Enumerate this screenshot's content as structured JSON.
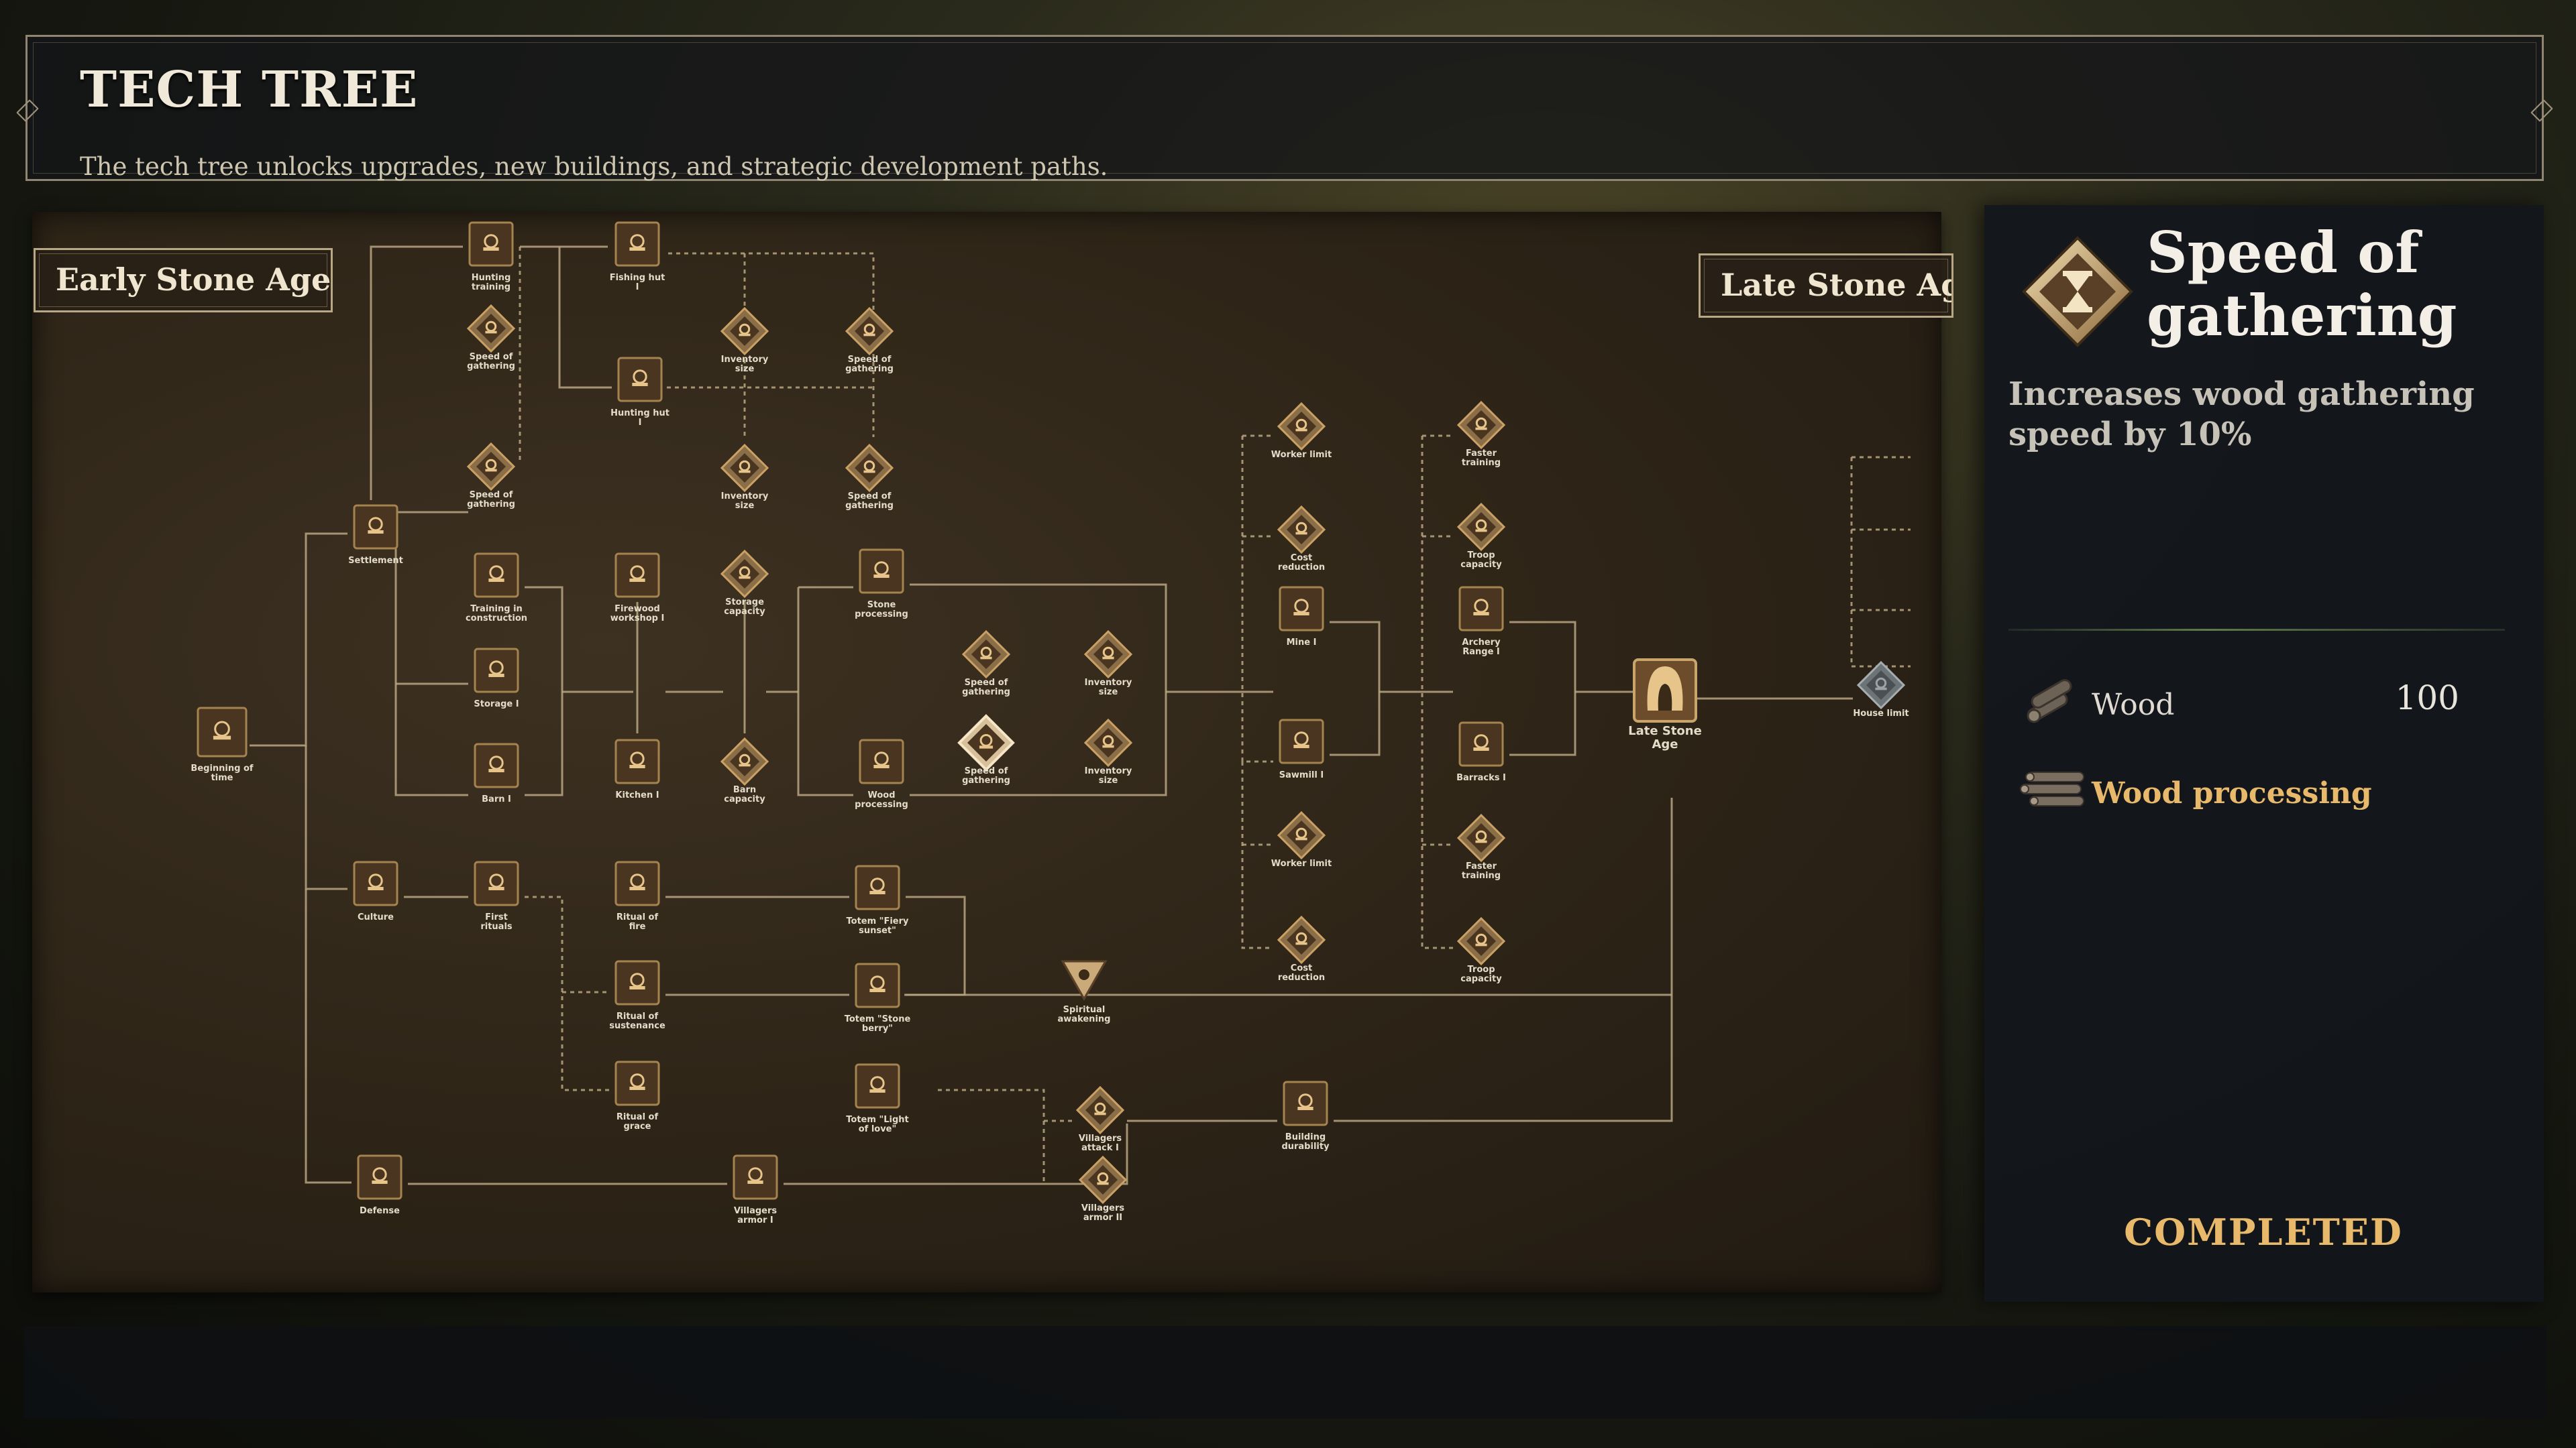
{
  "header": {
    "title": "TECH TREE",
    "subtitle": "The tech tree unlocks upgrades, new buildings, and strategic development paths."
  },
  "eras": {
    "early": "Early Stone Age",
    "late": "Late Stone Age"
  },
  "colors": {
    "accent": "#e8b96a",
    "line": "#b8a682",
    "icon": "#caa064"
  },
  "nodes": [
    {
      "id": "beginning",
      "label": "Beginning of time",
      "shape": "sq",
      "icon": "house-icon"
    },
    {
      "id": "settlement",
      "label": "Settlement",
      "shape": "sq",
      "icon": "settlement-icon"
    },
    {
      "id": "hunting_training",
      "label": "Hunting training",
      "shape": "sq",
      "icon": "target-icon"
    },
    {
      "id": "speed_gath_a1",
      "label": "Speed of gathering",
      "shape": "dm",
      "icon": "hourglass-icon"
    },
    {
      "id": "speed_gath_a2",
      "label": "Speed of gathering",
      "shape": "dm",
      "icon": "hourglass-icon"
    },
    {
      "id": "fishing_hut",
      "label": "Fishing hut I",
      "shape": "sq",
      "icon": "fishing-hut-icon"
    },
    {
      "id": "hunting_hut",
      "label": "Hunting hut I",
      "shape": "sq",
      "icon": "antlers-icon"
    },
    {
      "id": "inv_size_a1",
      "label": "Inventory size",
      "shape": "dm",
      "icon": "sack-icon"
    },
    {
      "id": "inv_size_a2",
      "label": "Inventory size",
      "shape": "dm",
      "icon": "sack-icon"
    },
    {
      "id": "speed_gath_b1",
      "label": "Speed of gathering",
      "shape": "dm",
      "icon": "hourglass-icon"
    },
    {
      "id": "speed_gath_b2",
      "label": "Speed of gathering",
      "shape": "dm",
      "icon": "hourglass-icon"
    },
    {
      "id": "training_construction",
      "label": "Training in construction",
      "shape": "sq",
      "icon": "hammers-icon"
    },
    {
      "id": "storage",
      "label": "Storage I",
      "shape": "sq",
      "icon": "storage-icon"
    },
    {
      "id": "barn",
      "label": "Barn I",
      "shape": "sq",
      "icon": "barn-icon"
    },
    {
      "id": "firewood",
      "label": "Firewood workshop I",
      "shape": "sq",
      "icon": "firewood-icon"
    },
    {
      "id": "kitchen",
      "label": "Kitchen I",
      "shape": "sq",
      "icon": "kitchen-icon"
    },
    {
      "id": "storage_cap",
      "label": "Storage capacity",
      "shape": "dm",
      "icon": "storage-icon"
    },
    {
      "id": "barn_cap",
      "label": "Barn capacity",
      "shape": "dm",
      "icon": "barn-icon"
    },
    {
      "id": "stone_proc",
      "label": "Stone processing",
      "shape": "sq",
      "icon": "stone-icon"
    },
    {
      "id": "wood_proc",
      "label": "Wood processing",
      "shape": "sq",
      "icon": "logs-icon"
    },
    {
      "id": "speed_gath_c1",
      "label": "Speed of gathering",
      "shape": "dm",
      "icon": "hourglass-icon"
    },
    {
      "id": "speed_gath_c2",
      "label": "Speed of gathering",
      "shape": "dm",
      "icon": "hourglass-icon",
      "selected": true
    },
    {
      "id": "inv_size_c1",
      "label": "Inventory size",
      "shape": "dm",
      "icon": "sack-icon"
    },
    {
      "id": "inv_size_c2",
      "label": "Inventory size",
      "shape": "dm",
      "icon": "sack-icon"
    },
    {
      "id": "worker_limit_1",
      "label": "Worker limit",
      "shape": "dm",
      "icon": "worker-icon"
    },
    {
      "id": "cost_red_1",
      "label": "Cost reduction",
      "shape": "dm",
      "icon": "coin-icon"
    },
    {
      "id": "mine",
      "label": "Mine I",
      "shape": "sq",
      "icon": "pickaxe-icon"
    },
    {
      "id": "sawmill",
      "label": "Sawmill I",
      "shape": "sq",
      "icon": "saw-icon"
    },
    {
      "id": "worker_limit_2",
      "label": "Worker limit",
      "shape": "dm",
      "icon": "worker-icon"
    },
    {
      "id": "cost_red_2",
      "label": "Cost reduction",
      "shape": "dm",
      "icon": "coin-icon"
    },
    {
      "id": "faster_training_1",
      "label": "Faster training",
      "shape": "dm",
      "icon": "hourglass-icon"
    },
    {
      "id": "troop_cap_1",
      "label": "Troop capacity",
      "shape": "dm",
      "icon": "helmet-icon"
    },
    {
      "id": "archery",
      "label": "Archery Range I",
      "shape": "sq",
      "icon": "archery-icon"
    },
    {
      "id": "barracks",
      "label": "Barracks I",
      "shape": "sq",
      "icon": "barracks-icon"
    },
    {
      "id": "faster_training_2",
      "label": "Faster training",
      "shape": "dm",
      "icon": "hourglass-icon"
    },
    {
      "id": "troop_cap_2",
      "label": "Troop capacity",
      "shape": "dm",
      "icon": "helmet-icon"
    },
    {
      "id": "late_stone",
      "label": "Late Stone Age",
      "shape": "big",
      "icon": "late-stone-age-icon"
    },
    {
      "id": "house_limit",
      "label": "House limit",
      "shape": "dm",
      "icon": "house-icon",
      "locked": true
    },
    {
      "id": "culture",
      "label": "Culture",
      "shape": "sq",
      "icon": "scroll-icon"
    },
    {
      "id": "first_rituals",
      "label": "First rituals",
      "shape": "sq",
      "icon": "hands-icon"
    },
    {
      "id": "ritual_fire",
      "label": "Ritual of fire",
      "shape": "sq",
      "icon": "fire-icon"
    },
    {
      "id": "ritual_sustenance",
      "label": "Ritual of sustenance",
      "shape": "sq",
      "icon": "kneeling-icon"
    },
    {
      "id": "ritual_grace",
      "label": "Ritual of grace",
      "shape": "sq",
      "icon": "grace-icon"
    },
    {
      "id": "totem_fiery",
      "label": "Totem \"Fiery sunset\"",
      "shape": "sq",
      "icon": "totem-icon"
    },
    {
      "id": "totem_stone",
      "label": "Totem \"Stone berry\"",
      "shape": "sq",
      "icon": "totem-icon"
    },
    {
      "id": "totem_light",
      "label": "Totem \"Light of love\"",
      "shape": "sq",
      "icon": "totem-icon"
    },
    {
      "id": "spiritual",
      "label": "Spiritual awakening",
      "shape": "tri",
      "icon": "spirit-icon"
    },
    {
      "id": "defense",
      "label": "Defense",
      "shape": "sq",
      "icon": "shield-icon"
    },
    {
      "id": "vill_armor_1",
      "label": "Villagers armor I",
      "shape": "sq",
      "icon": "armor-icon"
    },
    {
      "id": "vill_attack",
      "label": "Villagers attack I",
      "shape": "dm",
      "icon": "fist-icon"
    },
    {
      "id": "vill_armor_2",
      "label": "Villagers armor II",
      "shape": "dm",
      "icon": "armor-icon"
    },
    {
      "id": "building_dur",
      "label": "Building durability",
      "shape": "sq",
      "icon": "wall-icon"
    }
  ],
  "panel": {
    "title": "Speed of gathering",
    "description": "Increases wood gathering speed by 10%",
    "resource": {
      "name": "Wood",
      "amount": "100",
      "icon": "wood-icon"
    },
    "requirement": {
      "name": "Wood processing",
      "icon": "logs-icon"
    },
    "status": "COMPLETED"
  }
}
